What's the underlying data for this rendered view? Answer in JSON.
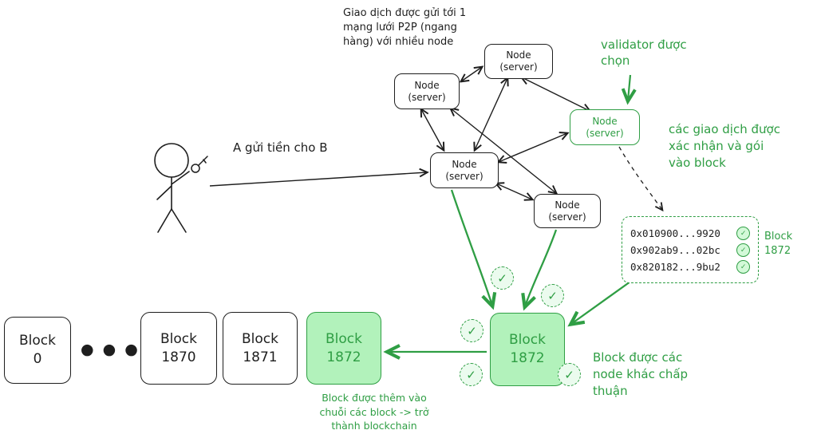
{
  "colors": {
    "ink": "#1e1e1e",
    "green": "#2f9e44",
    "green_fill": "#b2f2bb",
    "badge_fill": "#ebfbee"
  },
  "icons": {
    "check": "✓",
    "dot": "●"
  },
  "annotations": {
    "p2p_note": "Giao dịch được gửi tới 1 mạng lưới P2P (ngang hàng) với nhiều node",
    "send_label": "A gửi tiền cho B",
    "validator_label": "validator được chọn",
    "confirmed_label": "các giao dịch được xác nhận và gói vào block",
    "block_side_label_line1": "Block",
    "block_side_label_line2": "1872",
    "approved_label": "Block được các node khác chấp thuận",
    "appended_label": "Block được thêm vào chuỗi các block -> trở thành blockchain"
  },
  "nodes": [
    {
      "line1": "Node",
      "line2": "(server)"
    },
    {
      "line1": "Node",
      "line2": "(server)"
    },
    {
      "line1": "Node",
      "line2": "(server)"
    },
    {
      "line1": "Node",
      "line2": "(server)"
    },
    {
      "line1": "Node",
      "line2": "(server)"
    }
  ],
  "transactions": [
    {
      "hash": "0x010900...9920"
    },
    {
      "hash": "0x902ab9...02bc"
    },
    {
      "hash": "0x820182...9bu2"
    }
  ],
  "chain_blocks": [
    {
      "line1": "Block",
      "line2": "0"
    },
    {
      "line1": "Block",
      "line2": "1870"
    },
    {
      "line1": "Block",
      "line2": "1871"
    },
    {
      "line1": "Block",
      "line2": "1872"
    }
  ],
  "pending_block": {
    "line1": "Block",
    "line2": "1872"
  }
}
